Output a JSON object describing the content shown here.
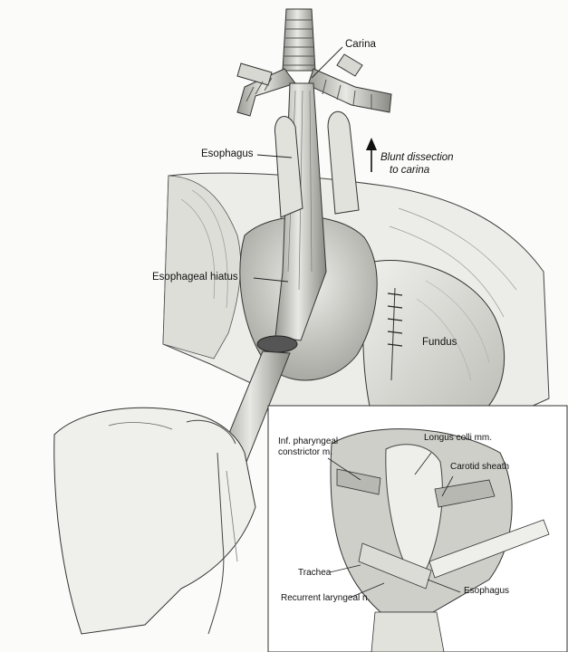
{
  "labels": {
    "carina": "Carina",
    "esophagus_main": "Esophagus",
    "blunt_dissection_line1": "Blunt dissection",
    "blunt_dissection_line2": "to carina",
    "esophageal_hiatus": "Esophageal hiatus",
    "fundus": "Fundus"
  },
  "inset_labels": {
    "inf_pharyngeal_line1": "Inf. pharyngeal",
    "inf_pharyngeal_line2": "constrictor m.",
    "longus_colli": "Longus colli mm.",
    "carotid_sheath": "Carotid sheath",
    "trachea": "Trachea",
    "esophagus": "Esophagus",
    "recurrent_laryngeal": "Recurrent laryngeal n."
  },
  "colors": {
    "ink": "#1a1a1a",
    "tissue_light": "#e9e9e6",
    "tissue_mid": "#c9c9c4",
    "tissue_dark": "#8e8e88"
  }
}
